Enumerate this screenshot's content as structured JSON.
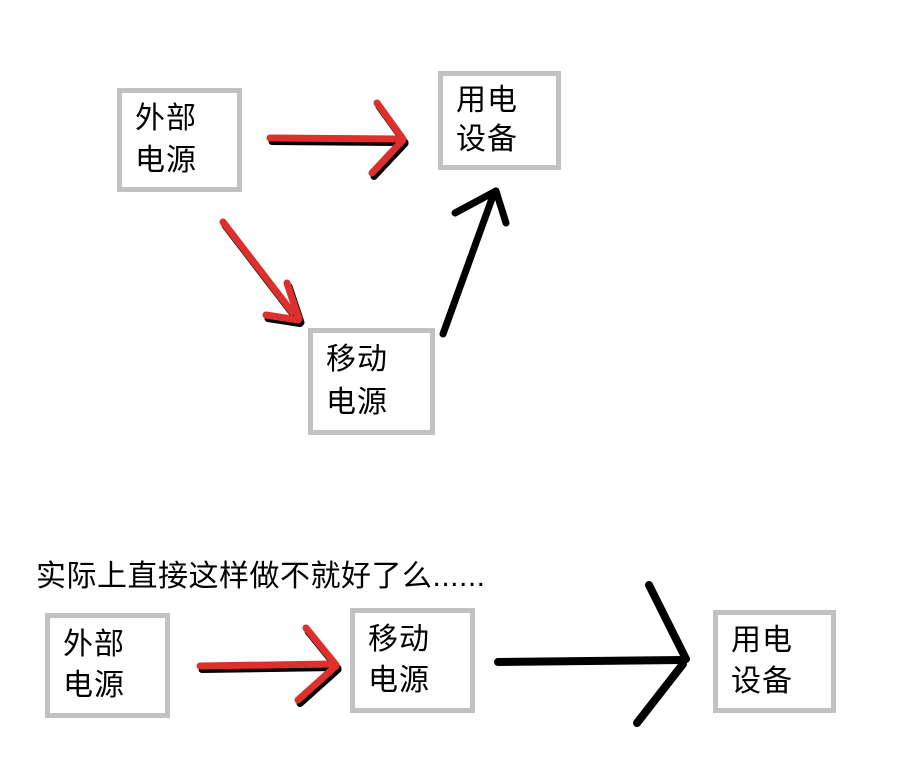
{
  "page": {
    "background": "#ffffff"
  },
  "colors": {
    "box_border": "#c1c1c1",
    "box_fill": "#ffffff",
    "text": "#000000",
    "red_arrow": "#dd2f2c",
    "black_arrow": "#000000",
    "arrow_shadow": "#000000"
  },
  "caption": {
    "text": "实际上直接这样做不就好了么......"
  },
  "boxes": [
    {
      "id": "external-power-top",
      "lines": [
        "外部",
        "电源"
      ]
    },
    {
      "id": "electric-device-top",
      "lines": [
        "用电",
        "设备"
      ]
    },
    {
      "id": "mobile-power-top",
      "lines": [
        "移动",
        "电源"
      ]
    },
    {
      "id": "external-power-bottom",
      "lines": [
        "外部",
        "电源"
      ]
    },
    {
      "id": "mobile-power-bottom",
      "lines": [
        "移动",
        "电源"
      ]
    },
    {
      "id": "electric-device-bottom",
      "lines": [
        "用电",
        "设备"
      ]
    }
  ],
  "edges": [
    {
      "diagram": "top",
      "from": "外部电源",
      "to": "用电设备",
      "color": "red"
    },
    {
      "diagram": "top",
      "from": "外部电源",
      "to": "移动电源",
      "color": "red"
    },
    {
      "diagram": "top",
      "from": "移动电源",
      "to": "用电设备",
      "color": "black"
    },
    {
      "diagram": "bottom",
      "from": "外部电源",
      "to": "移动电源",
      "color": "red"
    },
    {
      "diagram": "bottom",
      "from": "移动电源",
      "to": "用电设备",
      "color": "black"
    }
  ],
  "arrows": [
    {
      "name": "arrow-top-external-to-device",
      "color": "red",
      "shadow": true,
      "width": 7,
      "strokes": [
        [
          [
            270,
            138
          ],
          [
            401,
            139
          ]
        ],
        [
          [
            377,
            103
          ],
          [
            403,
            139
          ]
        ],
        [
          [
            403,
            140
          ],
          [
            372,
            173
          ]
        ]
      ]
    },
    {
      "name": "arrow-top-external-to-mobile",
      "color": "red",
      "shadow": true,
      "width": 7,
      "strokes": [
        [
          [
            223,
            222
          ],
          [
            292,
            312
          ]
        ],
        [
          [
            287,
            283
          ],
          [
            299,
            319
          ]
        ],
        [
          [
            266,
            315
          ],
          [
            298,
            320
          ]
        ]
      ]
    },
    {
      "name": "arrow-top-mobile-to-device",
      "color": "black",
      "shadow": false,
      "width": 7,
      "strokes": [
        [
          [
            443,
            334
          ],
          [
            494,
            193
          ]
        ],
        [
          [
            455,
            213
          ],
          [
            496,
            191
          ]
        ],
        [
          [
            496,
            191
          ],
          [
            506,
            223
          ]
        ]
      ]
    },
    {
      "name": "arrow-bottom-external-to-mobile",
      "color": "red",
      "shadow": true,
      "width": 7,
      "strokes": [
        [
          [
            200,
            666
          ],
          [
            334,
            664
          ]
        ],
        [
          [
            306,
            628
          ],
          [
            336,
            665
          ]
        ],
        [
          [
            336,
            666
          ],
          [
            298,
            700
          ]
        ]
      ]
    },
    {
      "name": "arrow-bottom-mobile-to-device",
      "color": "black",
      "shadow": false,
      "width": 8,
      "strokes": [
        [
          [
            498,
            662
          ],
          [
            683,
            660
          ]
        ],
        [
          [
            649,
            585
          ],
          [
            686,
            659
          ]
        ],
        [
          [
            683,
            664
          ],
          [
            637,
            723
          ]
        ]
      ]
    }
  ]
}
